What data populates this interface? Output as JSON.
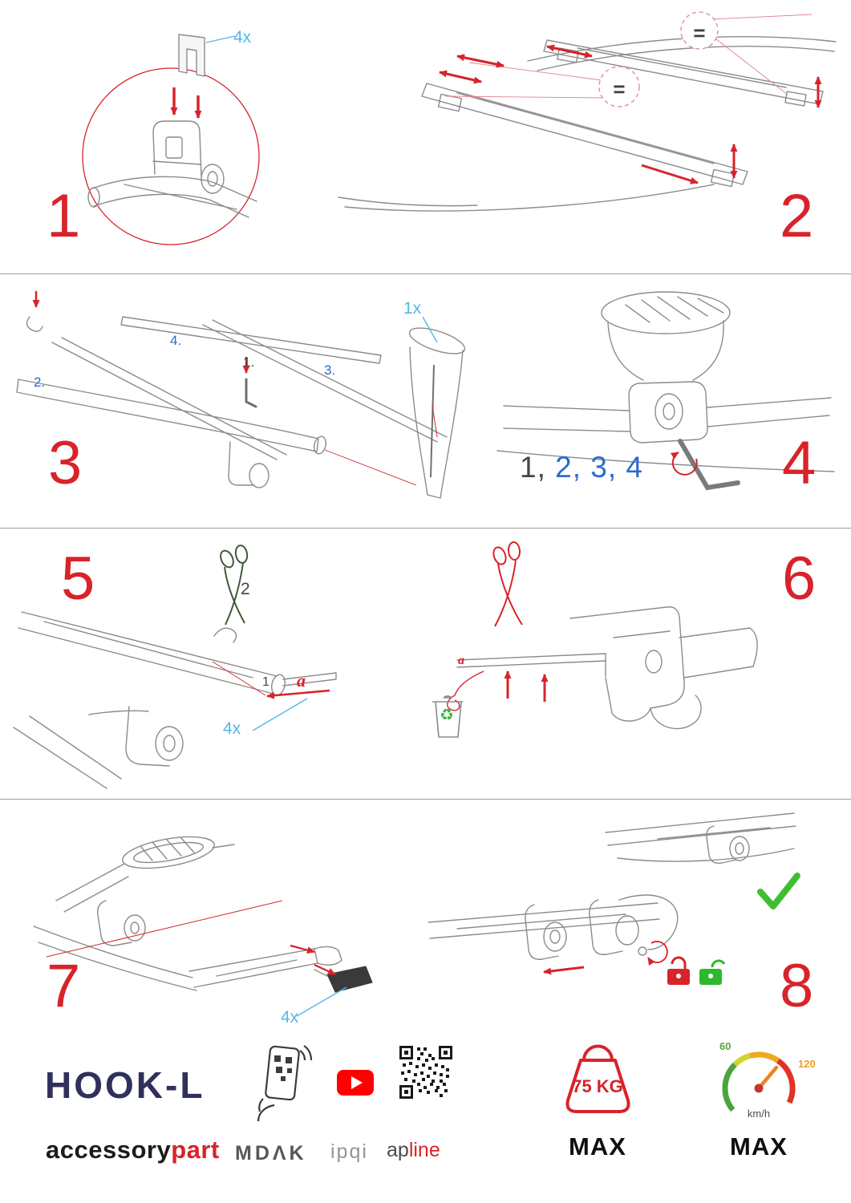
{
  "colors": {
    "accent_red": "#d8232a",
    "label_cyan": "#53b7e8",
    "label_blue": "#2a6bcf",
    "line_art": "#8b8b8b",
    "success_green": "#3db53d",
    "brand_navy": "#30305c",
    "youtube_red": "#ff0000"
  },
  "steps": {
    "s1": {
      "number": "1",
      "qty": "4x"
    },
    "s2": {
      "number": "2",
      "equals": "="
    },
    "s3": {
      "number": "3",
      "qty": "1x",
      "label_1": "1.",
      "label_2": "2.",
      "label_3": "3.",
      "label_4": "4."
    },
    "s4": {
      "number": "4",
      "seq_first": "1,",
      "seq_rest": "2, 3, 4"
    },
    "s5": {
      "number": "5",
      "cut_step": "2",
      "insert_step": "1",
      "strip": "a",
      "qty": "4x"
    },
    "s6": {
      "number": "6",
      "strip": "a",
      "recycle_icon": "♻"
    },
    "s7": {
      "number": "7",
      "qty": "4x"
    },
    "s8": {
      "number": "8"
    }
  },
  "footer": {
    "product_name": "HOOK-L",
    "brand_prefix": "accessory",
    "brand_suffix": "part",
    "logo_mdak": "MDΛK",
    "logo_ipqi": "ipqi",
    "logo_ap_prefix": "ap",
    "logo_ap_suffix": "line",
    "weight_value": "75 KG",
    "weight_max_label": "MAX",
    "speed_min": "60",
    "speed_max": "120",
    "speed_unit": "km/h",
    "speed_max_label": "MAX"
  }
}
